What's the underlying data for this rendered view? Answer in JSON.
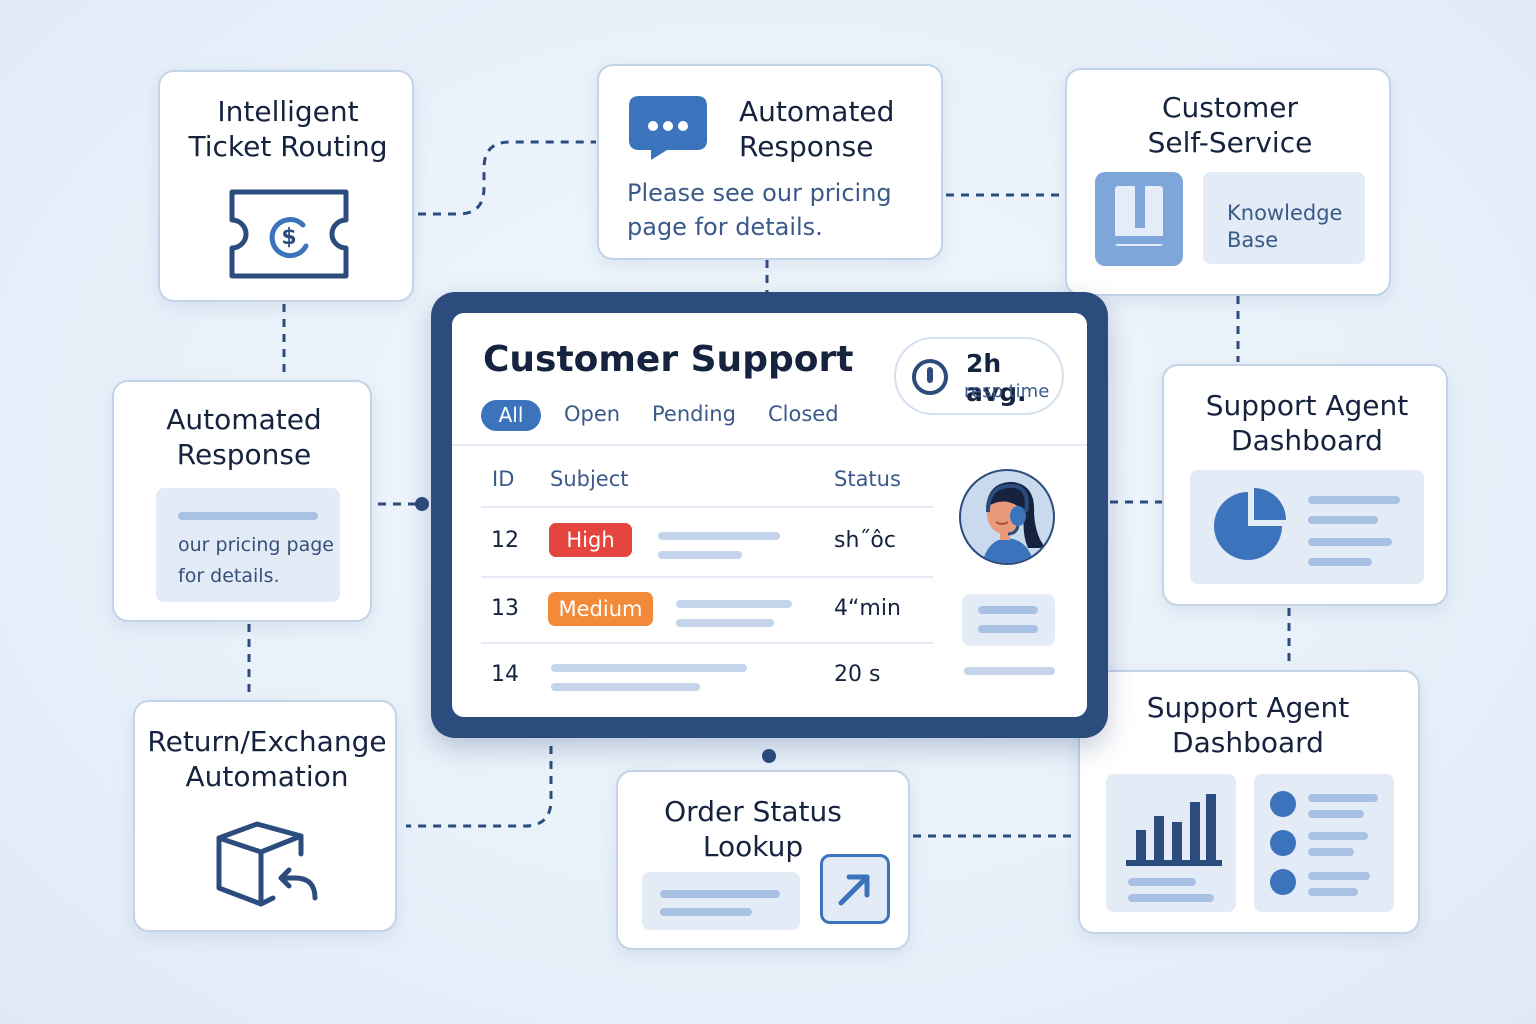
{
  "colors": {
    "navy": "#2c4c7d",
    "accent": "#3b73bc",
    "high": "#e5453f",
    "medium": "#f28a3a",
    "connector": "#2c4c7d"
  },
  "cards": {
    "ticket_routing": {
      "title_line1": "Intelligent",
      "title_line2": "Ticket Routing",
      "icon": "ticket-icon"
    },
    "auto_response_top": {
      "title_line1": "Automated",
      "title_line2": "Response",
      "text_line1": "Please see our pricing",
      "text_line2": "page for details.",
      "icon": "chat-bubble-icon"
    },
    "self_service": {
      "title_line1": "Customer",
      "title_line2": "Self-Service",
      "kb_line1": "Knowledge",
      "kb_line2": "Base",
      "icon": "book-icon"
    },
    "auto_response_left": {
      "title_line1": "Automated",
      "title_line2": "Response",
      "text_line1": "our pricing page",
      "text_line2": "for details."
    },
    "agent_dashboard_top": {
      "title_line1": "Support Agent",
      "title_line2": "Dashboard",
      "icon": "pie-chart-icon"
    },
    "return_exchange": {
      "title_line1": "Return/Exchange",
      "title_line2": "Automation",
      "icon": "box-return-icon"
    },
    "order_status": {
      "title_line1": "Order Status",
      "title_line2": "Lookup",
      "icon": "external-arrow-icon"
    },
    "agent_dashboard_bottom": {
      "title_line1": "Support Agent",
      "title_line2": "Dashboard",
      "icon": "bar-chart-icon"
    }
  },
  "support": {
    "title": "Customer Support",
    "tabs": [
      "All",
      "Open",
      "Pending",
      "Closed"
    ],
    "stat_value": "2h avg.",
    "stat_label": "resp time",
    "columns": [
      "ID",
      "Subject",
      "Status"
    ],
    "rows": [
      {
        "id": "12",
        "priority": "High",
        "status": "sh˝ôc"
      },
      {
        "id": "13",
        "priority": "Medium",
        "status": "4“min"
      },
      {
        "id": "14",
        "priority": "",
        "status": "20 s"
      }
    ],
    "avatar": "agent-headset-avatar"
  }
}
